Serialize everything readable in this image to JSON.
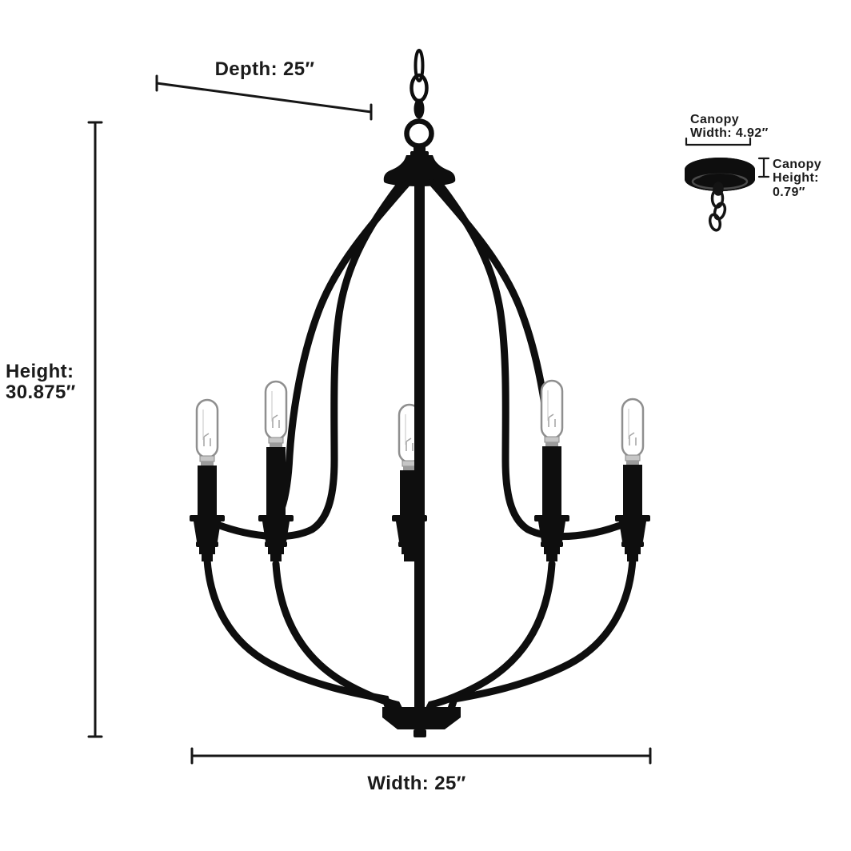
{
  "product": {
    "type": "chandelier dimension diagram",
    "bulb_count": 5
  },
  "dimensions": {
    "depth": {
      "label": "Depth: 25″",
      "value": 25,
      "unit": "″"
    },
    "height": {
      "label_line1": "Height:",
      "label_line2": "30.875″",
      "value": 30.875,
      "unit": "″"
    },
    "width": {
      "label": "Width: 25″",
      "value": 25,
      "unit": "″"
    },
    "canopy_width": {
      "label_line1": "Canopy",
      "label_line2": "Width: 4.92″",
      "value": 4.92,
      "unit": "″"
    },
    "canopy_height": {
      "label_line1": "Canopy",
      "label_line2": "Height: 0.79″",
      "value": 0.79,
      "unit": "″"
    }
  },
  "colors": {
    "background": "#ffffff",
    "fixture_black": "#0e0e0e",
    "dimension_line": "#161616",
    "label_text": "#1b1b1b",
    "bulb_outline": "#8f8f8f",
    "bulb_fill": "#ffffff",
    "collar_metal": "#c6c6c6",
    "canopy_sheen": "#4a4a4a"
  }
}
